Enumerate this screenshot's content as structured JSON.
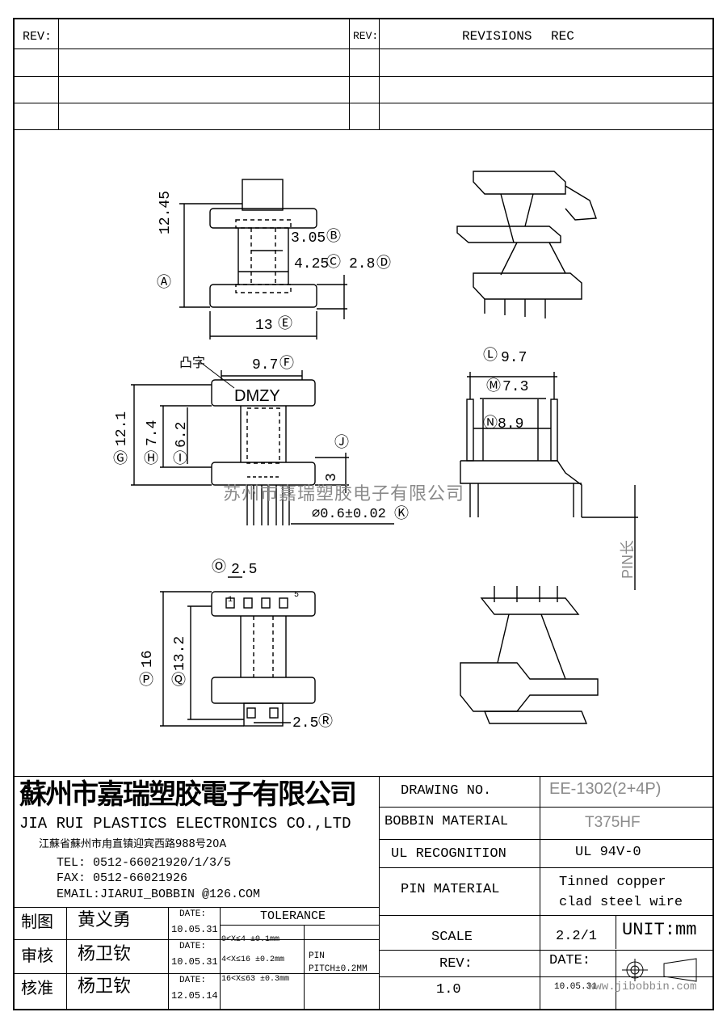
{
  "revision_block": {
    "rev_label_left": "REV:",
    "rev_label_right": "REV:",
    "revisions_label": "REVISIONS",
    "rec_label": "REC"
  },
  "dimensions": {
    "A": {
      "value": "12.45",
      "tag": "A"
    },
    "B": {
      "value": "3.05",
      "tag": "B"
    },
    "C": {
      "value": "4.25",
      "tag": "C"
    },
    "D": {
      "value": "2.8",
      "tag": "D"
    },
    "E": {
      "value": "13",
      "tag": "E"
    },
    "F": {
      "value": "9.7",
      "tag": "F"
    },
    "G": {
      "value": "12.1",
      "tag": "G"
    },
    "H": {
      "value": "7.4",
      "tag": "H"
    },
    "I": {
      "value": "6.2",
      "tag": "I"
    },
    "J": {
      "value": "3",
      "tag": "J"
    },
    "K": {
      "value": "⌀0.6±0.02",
      "tag": "K"
    },
    "L": {
      "value": "9.7",
      "tag": "L"
    },
    "M": {
      "value": "7.3",
      "tag": "M"
    },
    "N": {
      "value": "8.9",
      "tag": "N"
    },
    "O": {
      "value": "2.5",
      "tag": "O"
    },
    "P": {
      "value": "16",
      "tag": "P"
    },
    "Q": {
      "value": "13.2",
      "tag": "Q"
    },
    "R": {
      "value": "2.5",
      "tag": "R"
    }
  },
  "annotations": {
    "emboss_label": "凸字",
    "emboss_text": "DMZY",
    "pin_length_label": "PIN长",
    "pin_numbers": [
      "1",
      "5"
    ],
    "watermark": "苏州市嘉瑞塑胶电子有限公司"
  },
  "company": {
    "name_cn": "蘇州市嘉瑞塑胶電子有限公司",
    "name_en": "JIA RUI PLASTICS ELECTRONICS CO.,LTD",
    "address": "江蘇省蘇州市甪直镇迎宾西路988号20A",
    "tel": "TEL: 0512-66021920/1/3/5",
    "fax": "FAX: 0512-66021926",
    "email": "EMAIL:JIARUI_BOBBIN @126.COM"
  },
  "approvals": [
    {
      "role": "制图",
      "name": "黄义勇",
      "date_label": "DATE:",
      "date": "10.05.31"
    },
    {
      "role": "审核",
      "name": "杨卫钦",
      "date_label": "DATE:",
      "date": "10.05.31"
    },
    {
      "role": "核准",
      "name": "杨卫钦",
      "date_label": "DATE:",
      "date": "12.05.14"
    }
  ],
  "tolerance": {
    "header": "TOLERANCE",
    "rows": [
      "0<X≤4  ±0.1mm",
      "4<X≤16 ±0.2mm",
      "16<X≤63 ±0.3mm"
    ],
    "pin_label": "PIN",
    "pin_pitch": "PITCH±0.2MM"
  },
  "title_block": {
    "drawing_no_label": "DRAWING  NO.",
    "drawing_no": "EE-1302(2+4P)",
    "bobbin_material_label": "BOBBIN  MATERIAL",
    "bobbin_material": "T375HF",
    "ul_label": "UL RECOGNITION",
    "ul_value": "UL 94V-0",
    "pin_material_label": "PIN MATERIAL",
    "pin_material_line1": "Tinned copper",
    "pin_material_line2": "clad steel wire",
    "scale_label": "SCALE",
    "scale_value": "2.2/1",
    "unit": "UNIT:mm",
    "rev_label": "REV:",
    "rev_value": "1.0",
    "date_label": "DATE:",
    "date_value": "10.05.31",
    "website": "www.jibobbin.com"
  }
}
